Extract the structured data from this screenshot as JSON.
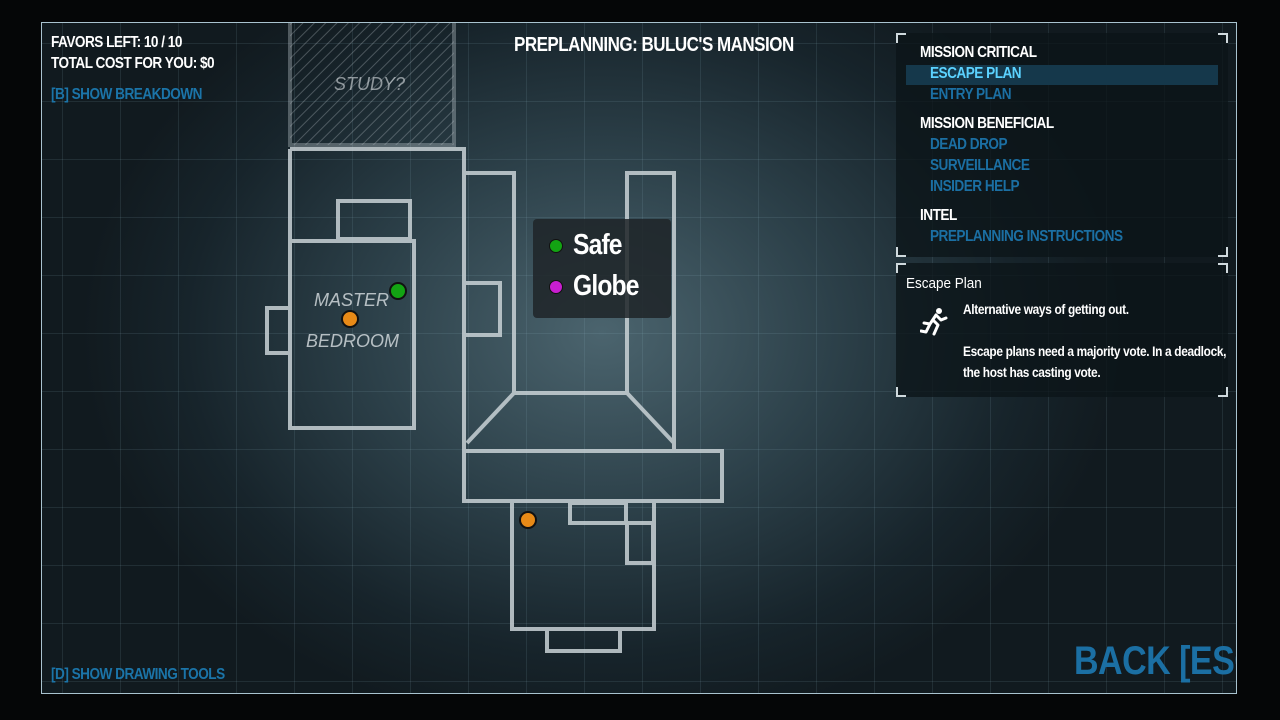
{
  "header": {
    "title": "PREPLANNING: BULUC'S MANSION",
    "favors": "FAVORS LEFT: 10 / 10",
    "cost": "TOTAL COST FOR YOU: $0",
    "breakdown": "[B] SHOW BREAKDOWN"
  },
  "footer": {
    "drawing_tools": "[D] SHOW DRAWING TOOLS",
    "back": "BACK [ESC]"
  },
  "map": {
    "rooms": [
      "STUDY?",
      "MASTER",
      "BEDROOM"
    ]
  },
  "legend": [
    {
      "label": "Safe",
      "color": "#13a313"
    },
    {
      "label": "Globe",
      "color": "#c81ed0"
    }
  ],
  "markers": {
    "safe": "#13a313",
    "orange": "#e88a17"
  },
  "menu": {
    "sections": [
      {
        "title": "MISSION CRITICAL",
        "items": [
          "ESCAPE PLAN",
          "ENTRY PLAN"
        ]
      },
      {
        "title": "MISSION BENEFICIAL",
        "items": [
          "DEAD DROP",
          "SURVEILLANCE",
          "INSIDER HELP"
        ]
      },
      {
        "title": "INTEL",
        "items": [
          "PREPLANNING INSTRUCTIONS"
        ]
      }
    ],
    "selected": "ESCAPE PLAN"
  },
  "description": {
    "title": "Escape Plan",
    "icon": "running-man-icon",
    "line1": "Alternative ways of getting out.",
    "line2": "Escape plans need a majority vote. In a deadlock, the host has casting vote."
  }
}
